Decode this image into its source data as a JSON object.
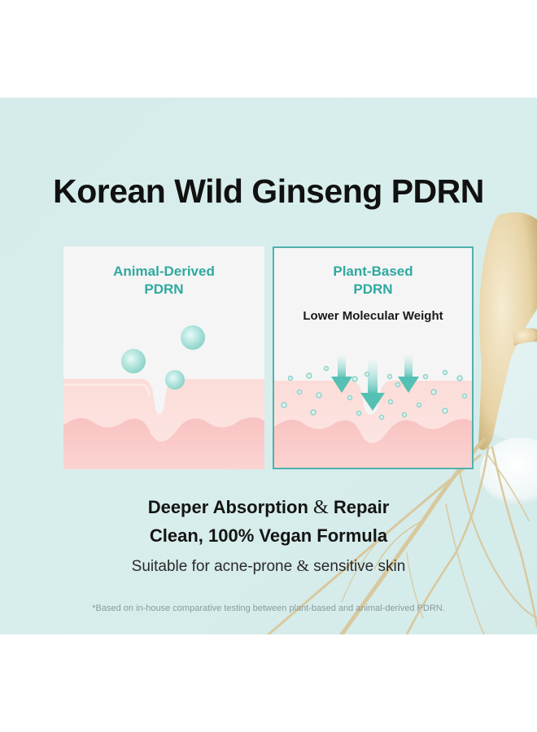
{
  "banner": {
    "title": "Korean Wild Ginseng PDRN",
    "colors": {
      "background": "#d5ecea",
      "teal_accent": "#2fa9a0",
      "panel_border": "#4fb1ad",
      "skin_top": "#fbd6d3",
      "skin_bottom": "#f7bcbc",
      "text_dark": "#141414"
    }
  },
  "panels": [
    {
      "title_line1": "Animal-Derived",
      "title_line2": "PDRN",
      "illustration": "large-molecules-blocked-at-skin-surface"
    },
    {
      "title_line1": "Plant-Based",
      "title_line2": "PDRN",
      "subtitle": "Lower Molecular Weight",
      "illustration": "small-molecules-penetrating-skin-arrows"
    }
  ],
  "claims": {
    "line1_a": "Deeper Absorption ",
    "line1_amp": "&",
    "line1_b": " Repair",
    "line2": "Clean, 100% Vegan Formula",
    "line3_a": "Suitable for acne-prone ",
    "line3_amp": "&",
    "line3_b": " sensitive skin"
  },
  "footnote": "*Based on in-house comparative testing between plant-based and animal-derived PDRN."
}
